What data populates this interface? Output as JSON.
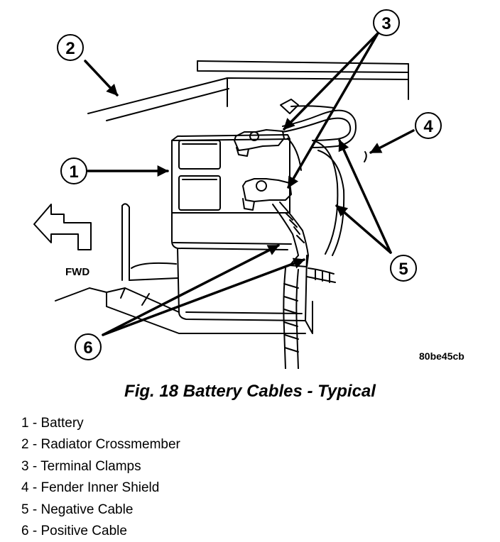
{
  "callouts": {
    "battery": "1",
    "radiator_crossmember": "2",
    "terminal_clamps": "3",
    "fender_inner_shield": "4",
    "negative_cable": "5",
    "positive_cable": "6"
  },
  "direction_label": "FWD",
  "figure_code": "80be45cb",
  "caption": "Fig. 18 Battery Cables - Typical",
  "legend": [
    {
      "number": "1",
      "separator": " - ",
      "label": "Battery"
    },
    {
      "number": "2",
      "separator": " - ",
      "label": "Radiator Crossmember"
    },
    {
      "number": "3",
      "separator": " - ",
      "label": "Terminal Clamps"
    },
    {
      "number": "4",
      "separator": " - ",
      "label": "Fender Inner Shield"
    },
    {
      "number": "5",
      "separator": " - ",
      "label": "Negative Cable"
    },
    {
      "number": "6",
      "separator": " - ",
      "label": "Positive Cable"
    }
  ],
  "colors": {
    "ink": "#000000",
    "paper": "#ffffff"
  }
}
